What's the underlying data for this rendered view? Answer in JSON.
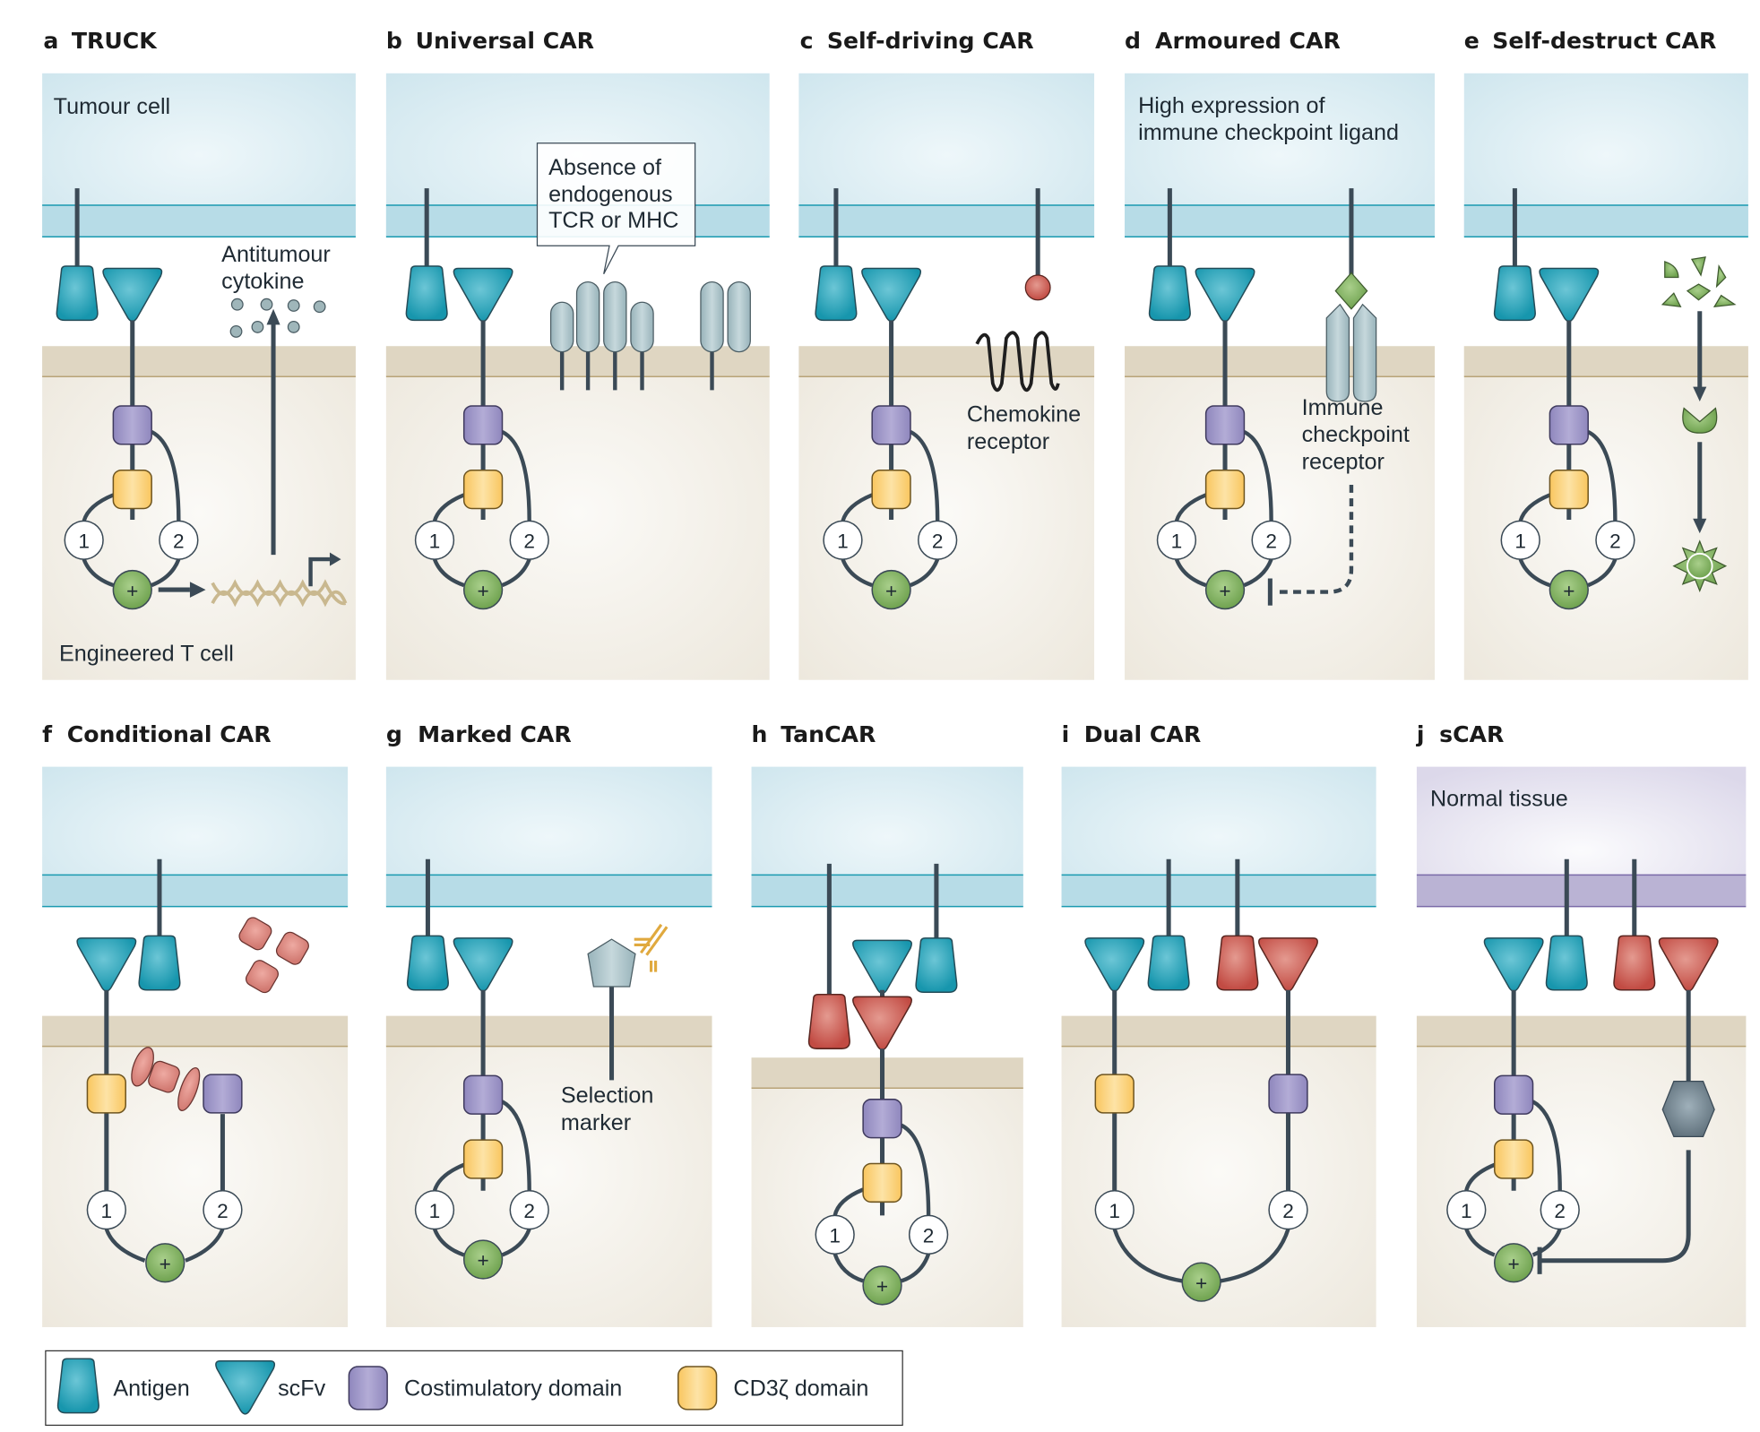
{
  "figure": {
    "panels": [
      {
        "id": "a",
        "letter": "a",
        "title": "TRUCK",
        "labels": [
          "Tumour cell",
          "Antitumour",
          "cytokine",
          "Engineered T cell"
        ]
      },
      {
        "id": "b",
        "letter": "b",
        "title": "Universal CAR",
        "labels": [
          "Absence of",
          "endogenous",
          "TCR or MHC"
        ]
      },
      {
        "id": "c",
        "letter": "c",
        "title": "Self-driving CAR",
        "labels": [
          "Chemokine",
          "receptor"
        ]
      },
      {
        "id": "d",
        "letter": "d",
        "title": "Armoured CAR",
        "labels": [
          "High expression of",
          "immune checkpoint ligand",
          "Immune",
          "checkpoint",
          "receptor"
        ]
      },
      {
        "id": "e",
        "letter": "e",
        "title": "Self-destruct CAR",
        "labels": []
      },
      {
        "id": "f",
        "letter": "f",
        "title": "Conditional CAR",
        "labels": []
      },
      {
        "id": "g",
        "letter": "g",
        "title": "Marked CAR",
        "labels": [
          "Selection",
          "marker"
        ]
      },
      {
        "id": "h",
        "letter": "h",
        "title": "TanCAR",
        "labels": []
      },
      {
        "id": "i",
        "letter": "i",
        "title": "Dual CAR",
        "labels": []
      },
      {
        "id": "j",
        "letter": "j",
        "title": "sCAR",
        "labels": [
          "Normal tissue"
        ]
      }
    ],
    "domain_numbers": {
      "one": "1",
      "two": "2",
      "plus": "+"
    }
  },
  "legend": {
    "items": [
      {
        "icon": "antigen-icon",
        "label": "Antigen"
      },
      {
        "icon": "scfv-icon",
        "label": "scFv"
      },
      {
        "icon": "costimulatory-domain-icon",
        "label": "Costimulatory domain"
      },
      {
        "icon": "cd3z-domain-icon",
        "label": "CD3ζ domain"
      }
    ]
  },
  "colors": {
    "tumour": "#d3e9f0",
    "tumour_membrane": "#b7dce7",
    "normal": "#e3e0ee",
    "normal_membrane": "#bab3d4",
    "tcell": "#f2efe8",
    "tcell_membrane": "#dfd6c2",
    "antigen": "#1f9fb5",
    "red_antigen": "#c4544c",
    "costim": "#9c95c6",
    "cd3z": "#fdd27a",
    "signal": "#7fae5e",
    "grey_receptor": "#a9c1c7"
  }
}
